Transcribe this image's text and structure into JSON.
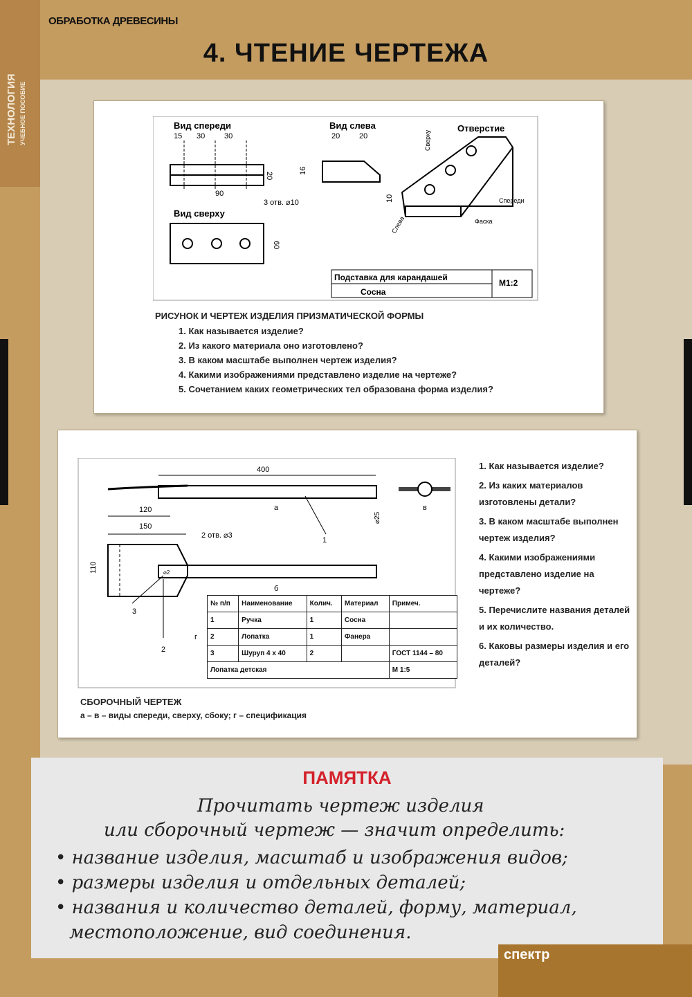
{
  "header": {
    "section": "ОБРАБОТКА ДРЕВЕСИНЫ",
    "title": "4. ЧТЕНИЕ ЧЕРТЕЖА",
    "side_title": "ТЕХНОЛОГИЯ",
    "side_subtitle": "УЧЕБНОЕ ПОСОБИЕ"
  },
  "panel1": {
    "labels": {
      "front": "Вид спереди",
      "left": "Вид слева",
      "top": "Вид сверху",
      "hole": "Отверстие",
      "chamfer": "Фаска",
      "from_above": "Сверху",
      "from_front": "Спереди",
      "from_side": "Слева",
      "holes": "3 отв. ⌀10"
    },
    "dims": {
      "d15": "15",
      "d30a": "30",
      "d30b": "30",
      "d20a": "20",
      "d20b": "20",
      "d90": "90",
      "d20": "20",
      "d16": "16",
      "d10": "10",
      "d60": "60"
    },
    "stamp": {
      "name": "Подставка для карандашей",
      "material": "Сосна",
      "scale": "М1:2"
    },
    "caption": "РИСУНОК И ЧЕРТЕЖ ИЗДЕЛИЯ ПРИЗМАТИЧЕСКОЙ ФОРМЫ",
    "questions": [
      "1. Как называется изделие?",
      "2. Из какого материала оно изготовлено?",
      "3. В каком масштабе выполнен чертеж изделия?",
      "4. Какими изображениями представлено изделие на чертеже?",
      "5. Сочетанием каких геометрических тел образована форма изделия?"
    ]
  },
  "panel2": {
    "dims": {
      "d400": "400",
      "d120": "120",
      "d150": "150",
      "d25": "⌀25",
      "d110": "110",
      "holes": "2 отв. ⌀3",
      "hole2": "⌀2"
    },
    "view_labels": {
      "a": "а",
      "b": "б",
      "v": "в",
      "g": "г",
      "p1": "1",
      "p2": "2",
      "p3": "3"
    },
    "spec": {
      "headers": [
        "№ п/п",
        "Наименование",
        "Колич.",
        "Материал",
        "Примеч."
      ],
      "rows": [
        [
          "1",
          "Ручка",
          "1",
          "Сосна",
          ""
        ],
        [
          "2",
          "Лопатка",
          "1",
          "Фанера",
          ""
        ],
        [
          "3",
          "Шуруп 4 х 40",
          "2",
          "",
          "ГОСТ 1144 – 80"
        ]
      ],
      "name": "Лопатка детская",
      "scale": "М 1:5"
    },
    "caption": "СБОРОЧНЫЙ ЧЕРТЕЖ",
    "subcaption": "а – в – виды спереди, сверху, сбоку; г – спецификация",
    "questions": [
      "1. Как называется изделие?",
      "2. Из каких материалов изготовлены детали?",
      "3. В каком масштабе выполнен чертеж изделия?",
      "4. Какими изображениями представлено изделие на чертеже?",
      "5. Перечислите названия деталей и их количество.",
      "6. Каковы размеры изделия и его деталей?"
    ]
  },
  "memo": {
    "title": "ПАМЯТКА",
    "line1": "Прочитать чертеж изделия",
    "line2": "или сборочный чертеж — значит определить:",
    "bullets": [
      "название изделия, масштаб и изображения видов;",
      "размеры изделия и отдельных деталей;",
      "названия и количество деталей, форму, материал,"
    ],
    "line_last": "местоположение, вид соединения."
  },
  "footer": {
    "logo": "спектр"
  },
  "colors": {
    "header_bg": "#c49c60",
    "band_bg": "#d8ccb4",
    "memo_title": "#d4202a"
  }
}
